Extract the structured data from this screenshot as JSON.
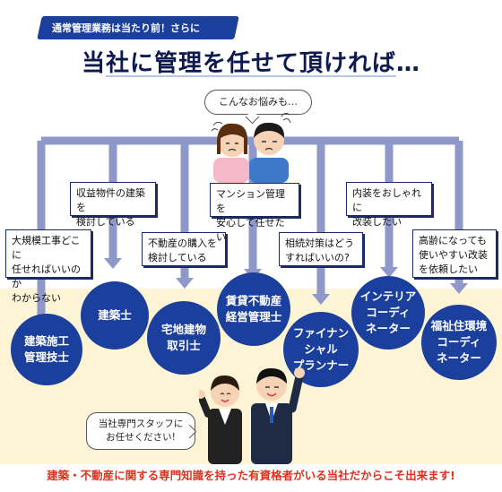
{
  "ribbon": "通常管理業務は当たり前！さらに",
  "title": "当社に管理を任せて頂ければ…",
  "thought": "こんなお悩みも…",
  "concerns": [
    "大規模工事どこに\n任せればいいのか\nわからない",
    "収益物件の建築を\n検討している",
    "不動産の購入を\n検討している",
    "マンション管理を\n安心して任せたい",
    "相続対策はどう\nすればいいの?",
    "内装をおしゃれに\n改装したい",
    "高齢になっても\n使いやすい改装\nを依頼したい"
  ],
  "professionals": [
    "建築施工\n管理技士",
    "建築士",
    "宅地建物\n取引士",
    "賃貸不動産\n経営管理士",
    "ファイナン\nシャル\nプランナー",
    "インテリア\nコーディ\nネーター",
    "福祉住環境\nコーディ\nネーター"
  ],
  "speech": "当社専門スタッフに\nお任せください!",
  "footer": "建築・不動産に関する専門知識を持った有資格者がいる当社だからこそ出来ます!",
  "colors": {
    "navy": "#1a3f9c",
    "line": "#8e99c9",
    "footer": "#e0311f",
    "band": "#fdf4d6"
  }
}
